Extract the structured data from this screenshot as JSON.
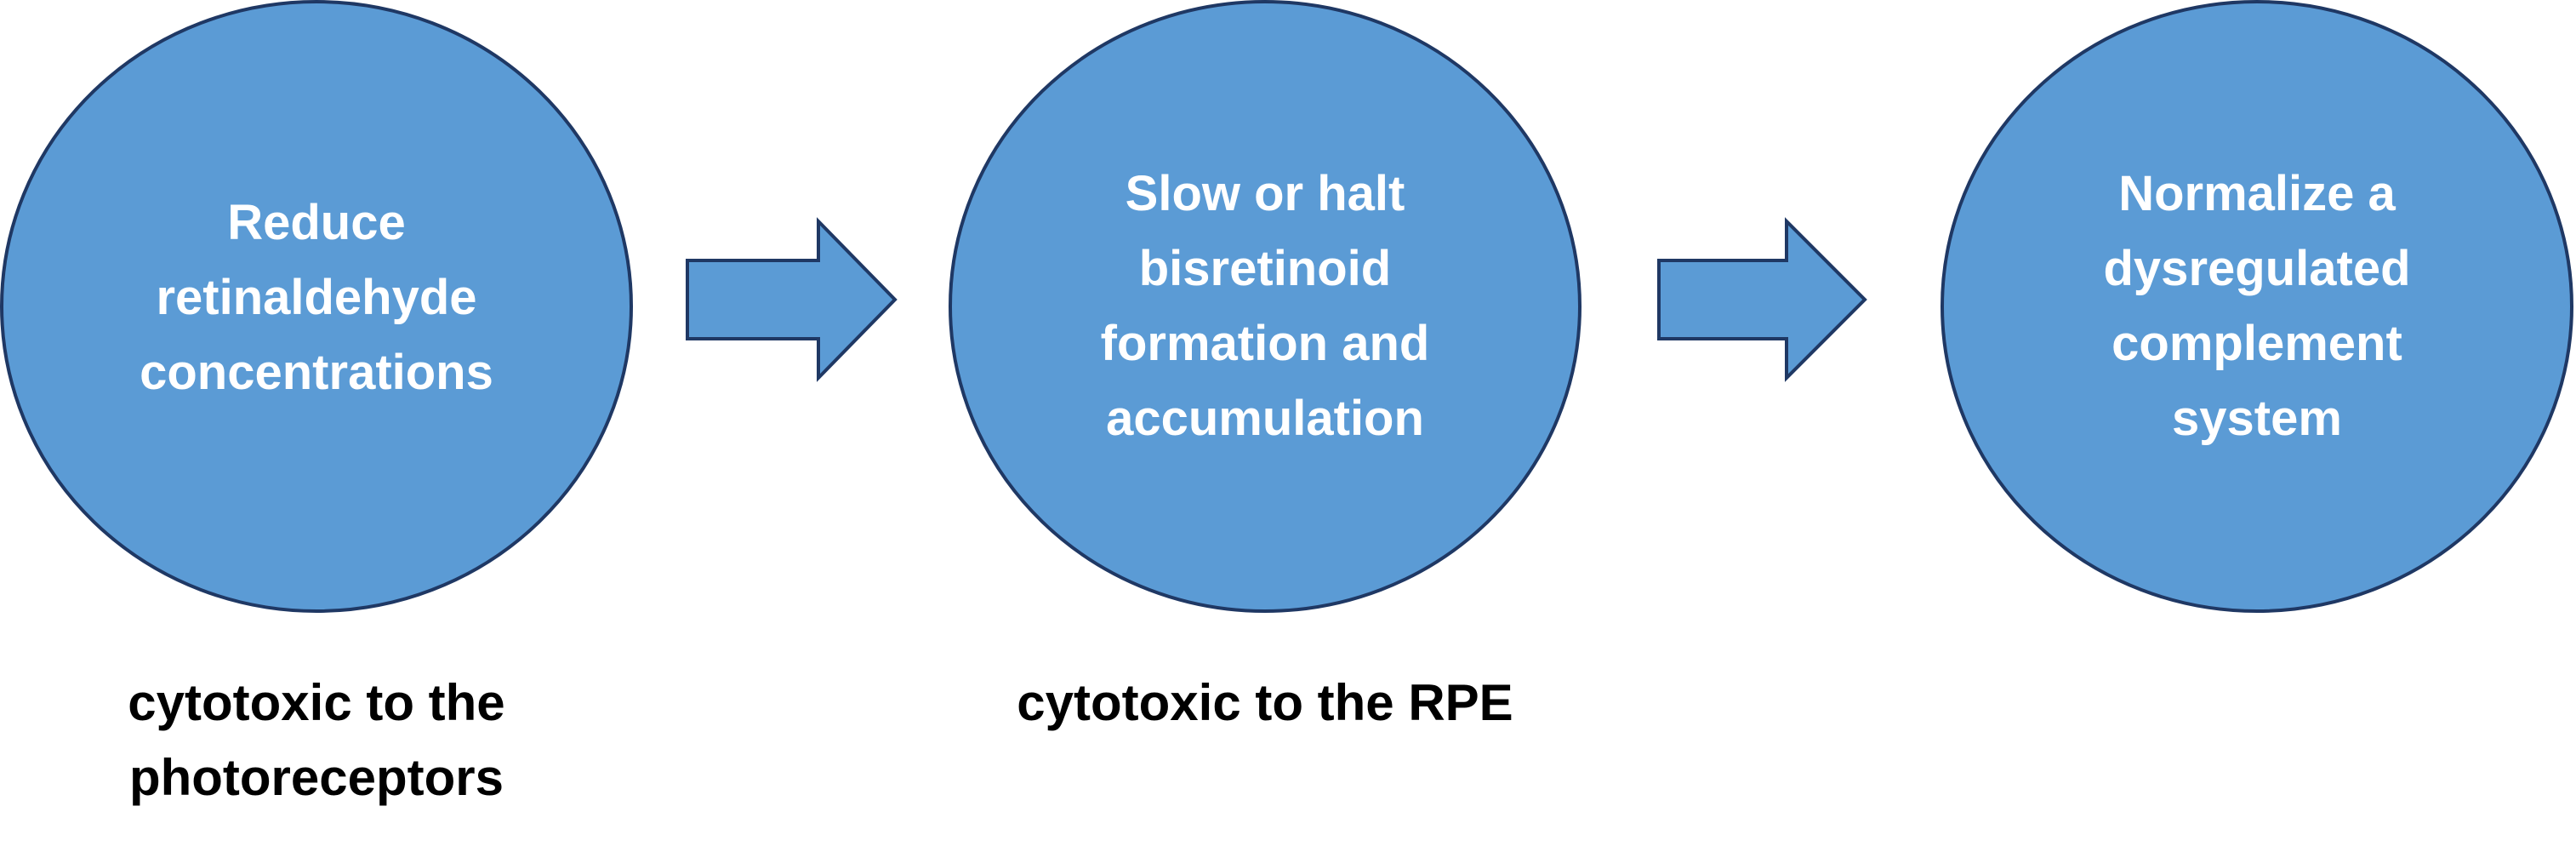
{
  "colors": {
    "node_fill": "#5b9bd5",
    "node_stroke": "#1f3864",
    "node_text": "#ffffff",
    "caption_text": "#000000",
    "background": "#ffffff"
  },
  "nodes": [
    {
      "label": "Reduce\nretinaldehyde\nconcentrations"
    },
    {
      "label": "Slow or halt\nbisretinoid\nformation and\naccumulation"
    },
    {
      "label": "Normalize a\ndysregulated\ncomplement\nsystem"
    }
  ],
  "arrows": [
    {
      "icon": "right-arrow-icon"
    },
    {
      "icon": "right-arrow-icon"
    }
  ],
  "captions": [
    {
      "text": "cytotoxic to the\nphotoreceptors"
    },
    {
      "text": "cytotoxic to the RPE"
    }
  ]
}
